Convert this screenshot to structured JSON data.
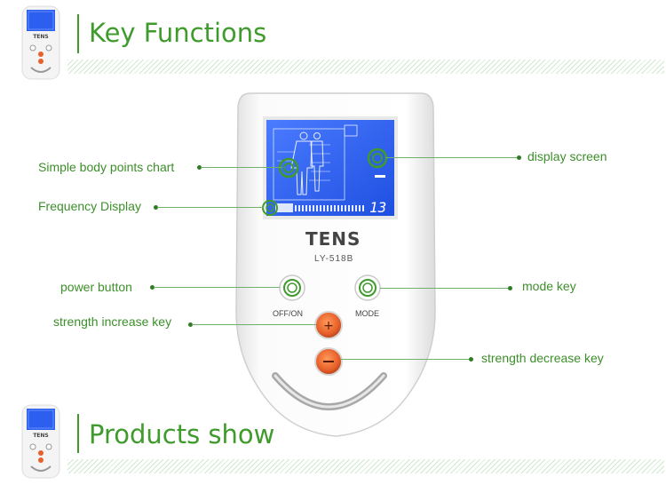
{
  "headings": {
    "key_functions": "Key Functions",
    "products_show": "Products show"
  },
  "device": {
    "brand": "TENS",
    "model": "LY-518B",
    "power_label": "OFF/ON",
    "mode_label": "MODE",
    "frequency_value": "13",
    "screen_color": "#2c5ff0"
  },
  "callouts": {
    "body_chart": "Simple body points chart",
    "frequency": "Frequency Display",
    "display": "display screen",
    "power": "power button",
    "mode": "mode key",
    "increase": "strength increase key",
    "decrease": "strength decrease key"
  },
  "colors": {
    "accent": "#3e9b2c",
    "screen": "#2c5ff0",
    "button_orange": "#e8602a"
  }
}
